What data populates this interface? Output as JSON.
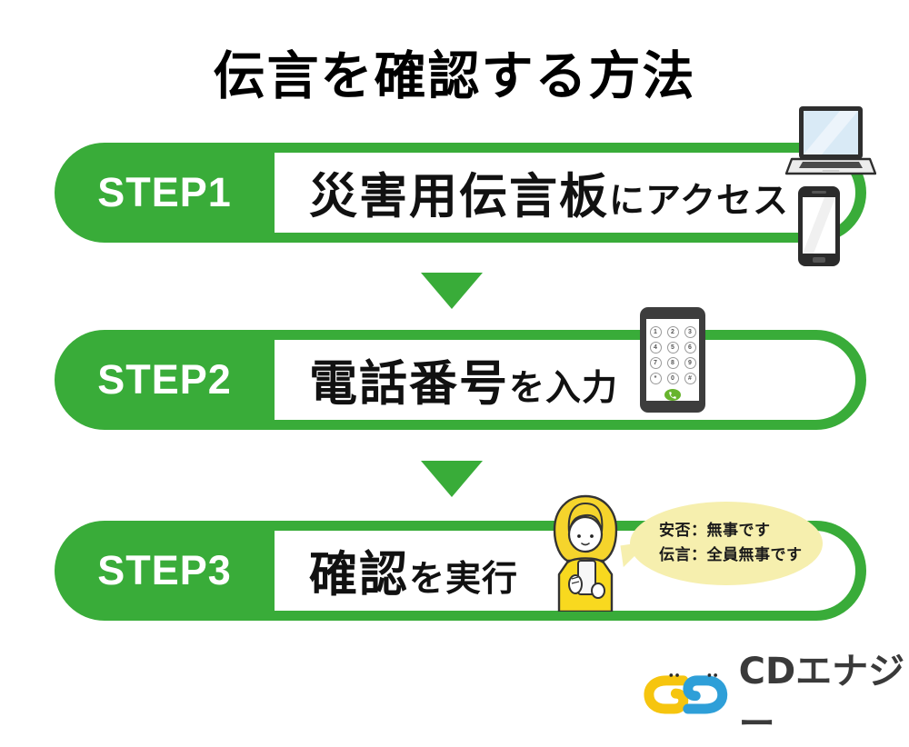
{
  "title": "伝言を確認する方法",
  "steps": [
    {
      "label": "STEP1",
      "main": "災害用伝言板",
      "sub": "にアクセス"
    },
    {
      "label": "STEP2",
      "main": "電話番号",
      "sub": "を入力"
    },
    {
      "label": "STEP3",
      "main": "確認",
      "sub": "を実行"
    }
  ],
  "speech_bubble": {
    "line1": "安否：無事です",
    "line2": "伝言：全員無事です"
  },
  "phone_keypad": {
    "keys": [
      "1",
      "2",
      "3",
      "4",
      "5",
      "6",
      "7",
      "8",
      "9",
      "*",
      "0",
      "#"
    ]
  },
  "logo": {
    "text": "CDエナジー"
  },
  "colors": {
    "green": "#39AC39",
    "bubble_yellow": "#F6EFAE",
    "person_yellow": "#F5D42C",
    "call_button_green": "#67B42D",
    "logo_yellow": "#F6C50F",
    "logo_blue": "#2E9FD8"
  },
  "icons": {
    "laptop": "laptop-icon",
    "smartphone": "smartphone-icon",
    "phone_keypad": "phone-keypad-icon",
    "call_button": "call-icon",
    "person": "woman-with-smartphone-illustration",
    "arrow": "down-arrow-icon",
    "logo_mark": "cd-energy-mark-icon"
  }
}
